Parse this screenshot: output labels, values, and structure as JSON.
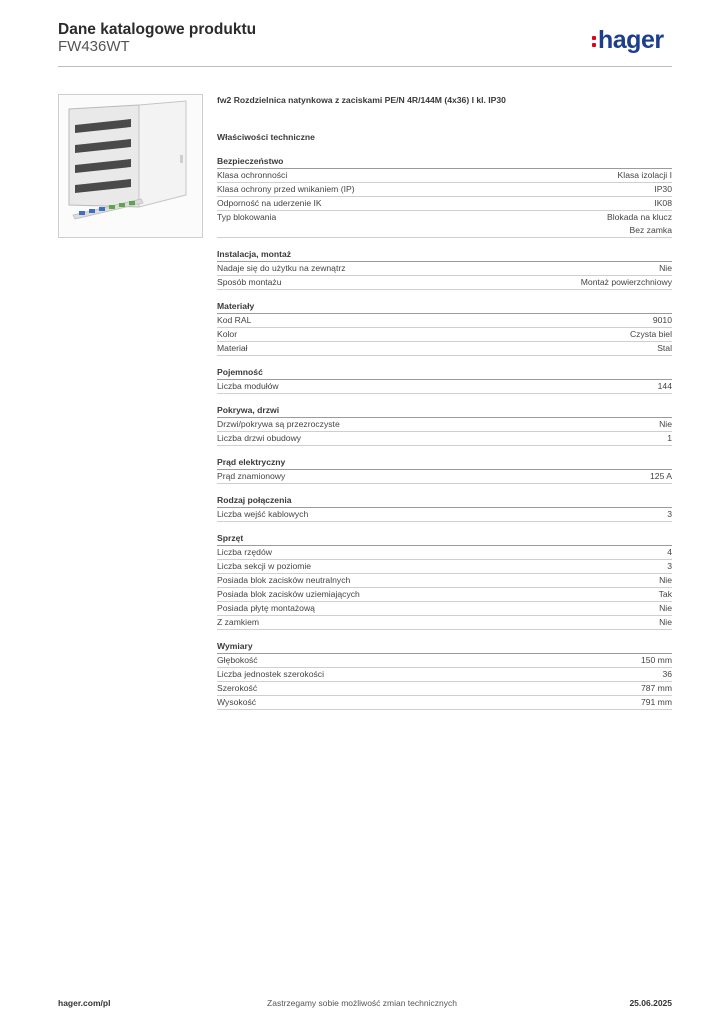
{
  "header": {
    "title": "Dane katalogowe produktu",
    "product_code": "FW436WT",
    "logo_text": "hager",
    "logo_color": "#1d3e8e",
    "logo_dot_color": "#e2001a"
  },
  "product": {
    "description": "fw2 Rozdzielnica natynkowa z zaciskami PE/N 4R/144M (4x36) I kl. IP30",
    "tech_heading": "Właściwości techniczne",
    "image_icon": "distribution-board-image"
  },
  "sections": [
    {
      "title": "Bezpieczeństwo",
      "rows": [
        {
          "label": "Klasa ochronności",
          "value": "Klasa izolacji I"
        },
        {
          "label": "Klasa ochrony przed wnikaniem (IP)",
          "value": "IP30"
        },
        {
          "label": "Odporność na uderzenie IK",
          "value": "IK08"
        },
        {
          "label": "Typ blokowania",
          "value": "Blokada na klucz\nBez zamka"
        }
      ]
    },
    {
      "title": "Instalacja, montaż",
      "rows": [
        {
          "label": "Nadaje się do użytku na zewnątrz",
          "value": "Nie"
        },
        {
          "label": "Sposób montażu",
          "value": "Montaż powierzchniowy"
        }
      ]
    },
    {
      "title": "Materiały",
      "rows": [
        {
          "label": "Kod RAL",
          "value": "9010"
        },
        {
          "label": "Kolor",
          "value": "Czysta biel"
        },
        {
          "label": "Materiał",
          "value": "Stal"
        }
      ]
    },
    {
      "title": "Pojemność",
      "rows": [
        {
          "label": "Liczba modułów",
          "value": "144"
        }
      ]
    },
    {
      "title": "Pokrywa, drzwi",
      "rows": [
        {
          "label": "Drzwi/pokrywa są przezroczyste",
          "value": "Nie"
        },
        {
          "label": "Liczba drzwi obudowy",
          "value": "1"
        }
      ]
    },
    {
      "title": "Prąd elektryczny",
      "rows": [
        {
          "label": "Prąd znamionowy",
          "value": "125 A"
        }
      ]
    },
    {
      "title": "Rodzaj połączenia",
      "rows": [
        {
          "label": "Liczba wejść kablowych",
          "value": "3"
        }
      ]
    },
    {
      "title": "Sprzęt",
      "rows": [
        {
          "label": "Liczba rzędów",
          "value": "4"
        },
        {
          "label": "Liczba sekcji w poziomie",
          "value": "3"
        },
        {
          "label": "Posiada blok zacisków neutralnych",
          "value": "Nie"
        },
        {
          "label": "Posiada blok zacisków uziemiających",
          "value": "Tak"
        },
        {
          "label": "Posiada płytę montażową",
          "value": "Nie"
        },
        {
          "label": "Z zamkiem",
          "value": "Nie"
        }
      ]
    },
    {
      "title": "Wymiary",
      "rows": [
        {
          "label": "Głębokość",
          "value": "150 mm"
        },
        {
          "label": "Liczba jednostek szerokości",
          "value": "36"
        },
        {
          "label": "Szerokość",
          "value": "787 mm"
        },
        {
          "label": "Wysokość",
          "value": "791 mm"
        }
      ]
    }
  ],
  "footer": {
    "website": "hager.com/pl",
    "disclaimer": "Zastrzegamy sobie możliwość zmian technicznych",
    "date": "25.06.2025"
  }
}
